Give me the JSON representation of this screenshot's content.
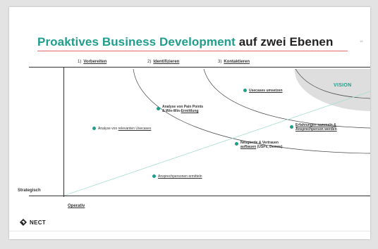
{
  "title": {
    "part1": "Proaktives Business Development",
    "part2": "auf zwei Ebenen"
  },
  "page_number": "15",
  "phases": [
    {
      "number": "1)",
      "label": "Vorbereiten"
    },
    {
      "number": "2)",
      "label": "Identifizieren"
    },
    {
      "number": "3)",
      "label": "Kontaktieren"
    }
  ],
  "axes": {
    "vertical": "Strategisch",
    "horizontal": "Operativ"
  },
  "vision_label": "VISION",
  "points": [
    {
      "pre": "Analyse von ",
      "link": "relevanten Usecases",
      "post": ""
    },
    {
      "line1": "Analyse von Pain Points",
      "line2_pre": "& Win-Win-",
      "line2_link": "Ermittlung"
    },
    {
      "text": "Usecases umsetzen"
    },
    {
      "line1": "Erfahrungen sammeln &",
      "line2": "Ansprechperson werden"
    },
    {
      "line1": "Neugierde & Vertrauen",
      "line2_link": "aufbauen",
      "line2_post": " (USPs, Demos)"
    },
    {
      "text": "Ansprechpersonen ermitteln"
    }
  ],
  "colors": {
    "accent": "#1f9e8c",
    "title_dark": "#222222",
    "title_underline": "#e06a6a",
    "vision_fill": "#dedede",
    "arc": "#444444",
    "diagonal": "#a9ddd4"
  },
  "logo": {
    "text": "NECT",
    "icon": "nect-logo-icon"
  }
}
